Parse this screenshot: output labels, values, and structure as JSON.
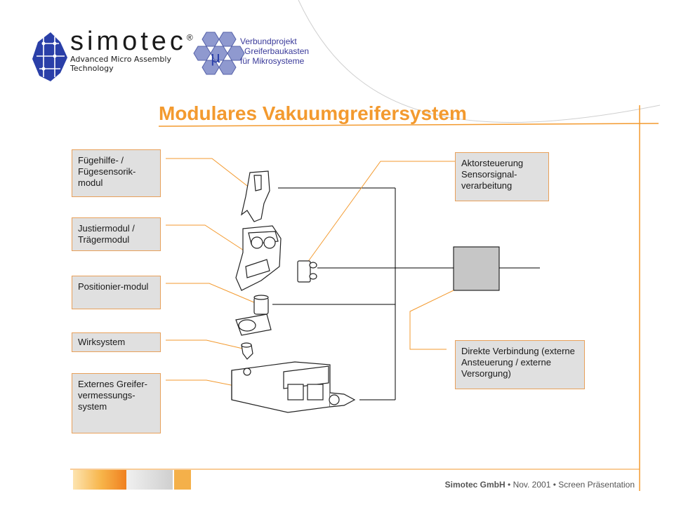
{
  "logo": {
    "wordmark": "simotec",
    "registered": "®",
    "tagline_1": "Advanced Micro Assembly",
    "tagline_2": "Technology"
  },
  "partner": {
    "line_1": "Verbundprojekt",
    "line_2": "Greiferbaukasten",
    "line_3": "für Mikrosysteme",
    "mu": "µ"
  },
  "title": "Modulares Vakuumgreifersystem",
  "labels": {
    "fuegehilfe": "Fügehilfe- / Fügesensorik-modul",
    "justiermodul": "Justiermodul / Trägermodul",
    "positionier": "Positionier-modul",
    "wirksystem": "Wirksystem",
    "extern": "Externes Greifer-vermessungs-system",
    "aktor": "Aktorsteuerung Sensorsignal-verarbeitung",
    "direkt": "Direkte Verbindung (externe Ansteuerung / externe Versorgung)"
  },
  "footer": {
    "company": "Simotec GmbH",
    "sep": "•",
    "date": "Nov. 2001",
    "doc": "Screen Präsentation"
  },
  "colors": {
    "accent": "#f39a2f",
    "box_fill": "#e0e0e0",
    "box_border": "#e8a05a",
    "logo_blue": "#2a3fa8"
  }
}
